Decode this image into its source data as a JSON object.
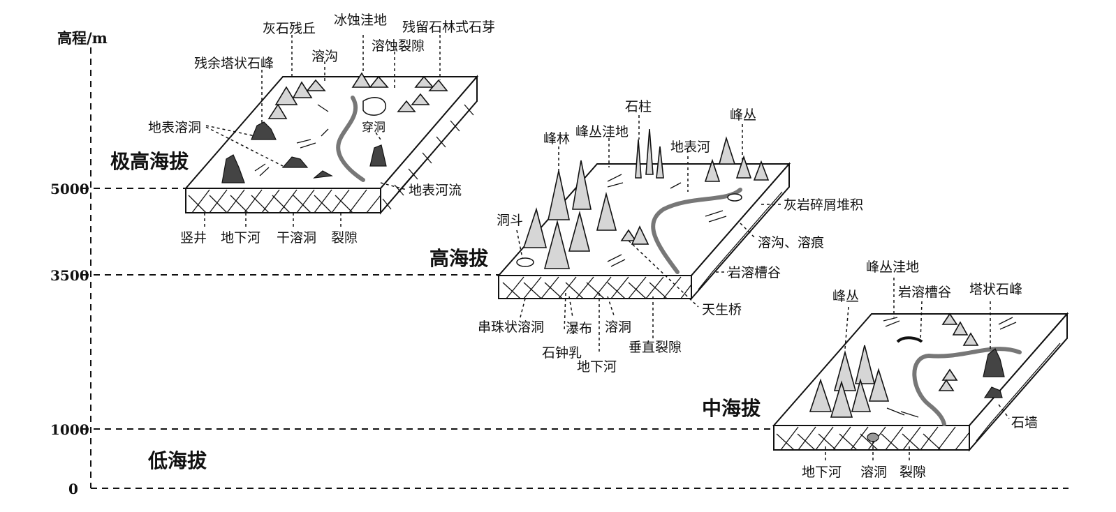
{
  "axis": {
    "title": "高程/m",
    "ticks": [
      "5000",
      "3500",
      "1000",
      "0"
    ]
  },
  "zones": {
    "very_high": "极高海拔",
    "high": "高海拔",
    "middle": "中海拔",
    "low": "低海拔"
  },
  "block1": {
    "labels": {
      "limestone_residual_hill": "灰石残丘",
      "glacial_depression": "冰蚀洼地",
      "residual_stone_forest": "残留石林式石芽",
      "residual_tower_peak": "残余塔状石峰",
      "solution_groove": "溶沟",
      "solution_fissure": "溶蚀裂隙",
      "surface_cave": "地表溶洞",
      "through_cave": "穿洞",
      "surface_river": "地表河流",
      "shaft": "竖井",
      "underground_river": "地下河",
      "dry_cave": "干溶洞",
      "fissure": "裂隙"
    }
  },
  "block2": {
    "labels": {
      "stone_pillar": "石柱",
      "peak_cluster": "峰丛",
      "peak_forest": "峰林",
      "peak_cluster_depression": "峰丛洼地",
      "surface_river": "地表河",
      "limestone_debris": "灰岩碎屑堆积",
      "doline": "洞斗",
      "groove_trace": "溶沟、溶痕",
      "karst_trough_valley": "岩溶槽谷",
      "natural_bridge": "天生桥",
      "beaded_cave": "串珠状溶洞",
      "waterfall": "瀑布",
      "cave": "溶洞",
      "stalactite": "石钟乳",
      "underground_river": "地下河",
      "vertical_fissure": "垂直裂隙"
    }
  },
  "block3": {
    "labels": {
      "peak_cluster_depression": "峰丛洼地",
      "peak_cluster": "峰丛",
      "karst_trough_valley": "岩溶槽谷",
      "tower_peak": "塔状石峰",
      "stone_wall": "石墙",
      "underground_river": "地下河",
      "cave": "溶洞",
      "fissure": "裂隙"
    }
  }
}
